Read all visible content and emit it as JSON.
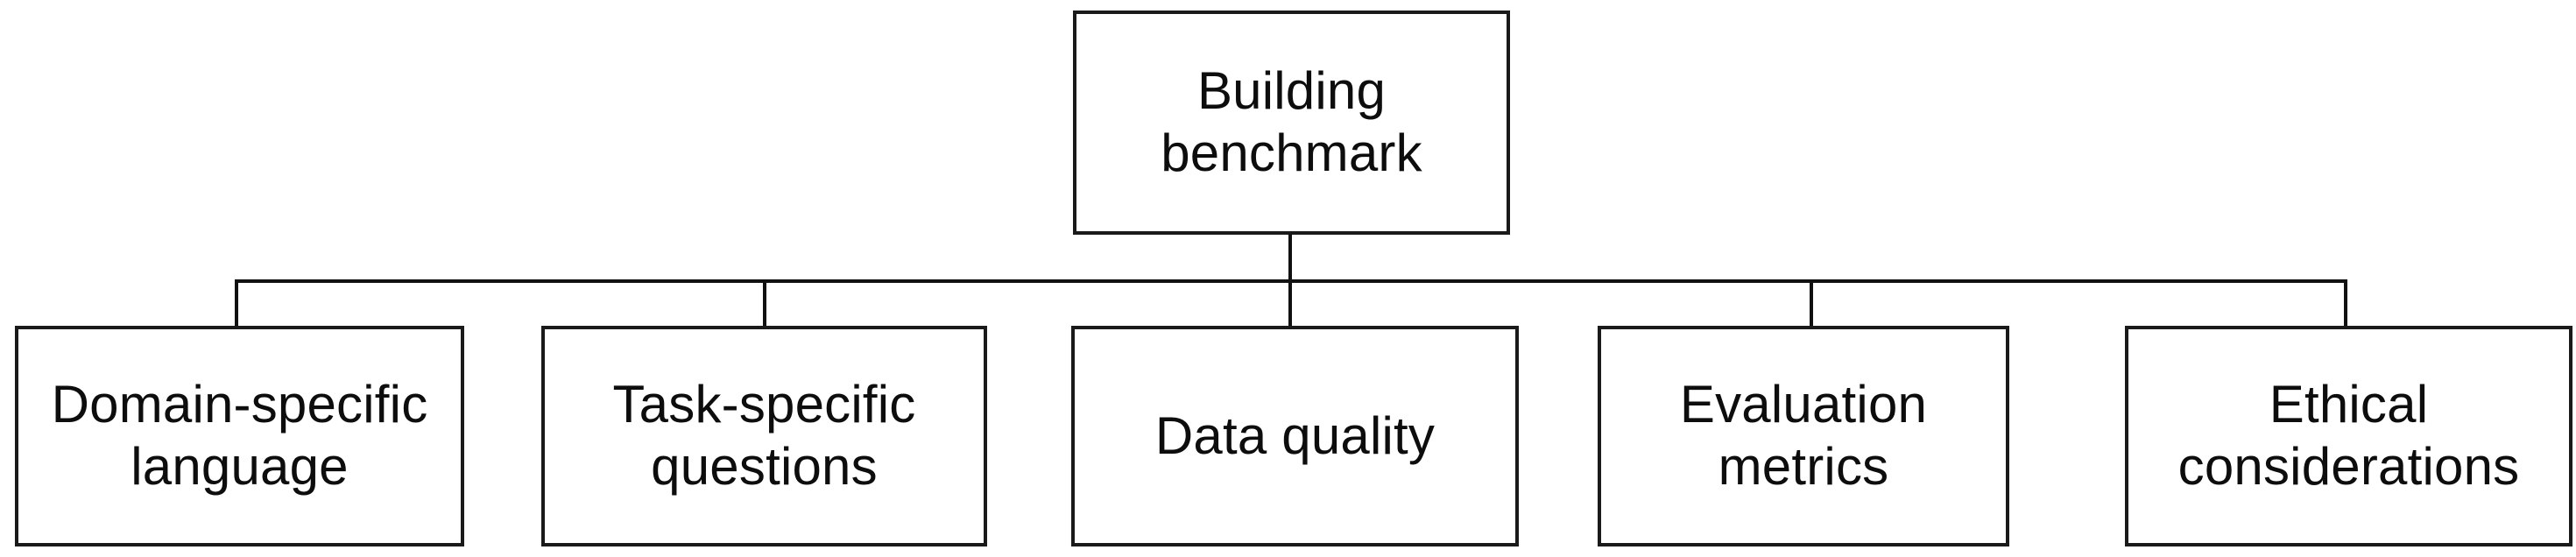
{
  "diagram": {
    "type": "tree-hierarchy",
    "orientation": "top-down",
    "title": "Building benchmark",
    "background_color": "#ffffff",
    "box_border_color": "#1a1a1a",
    "connector_color": "#111111",
    "text_color": "#0d0d0d",
    "root": {
      "id": "root",
      "label": "Building\nbenchmark"
    },
    "children": [
      {
        "id": "domain-specific-language",
        "label": "Domain-specific\nlanguage"
      },
      {
        "id": "task-specific-questions",
        "label": "Task-specific\nquestions"
      },
      {
        "id": "data-quality",
        "label": "Data quality"
      },
      {
        "id": "evaluation-metrics",
        "label": "Evaluation\nmetrics"
      },
      {
        "id": "ethical-considerations",
        "label": "Ethical\nconsiderations"
      }
    ]
  }
}
